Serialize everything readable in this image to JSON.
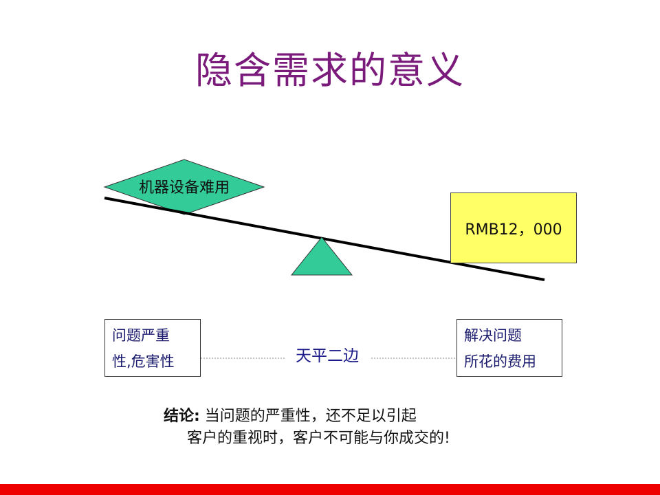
{
  "slide": {
    "title": "隐含需求的意义",
    "diamond_text": "机器设备难用",
    "price_text": "RMB12，000",
    "left_box": {
      "line1": "问题严重",
      "line2": "性,危害性"
    },
    "right_box": {
      "line1": "解决问题",
      "line2": "所花的费用"
    },
    "balance_text": "天平二边",
    "conclusion": {
      "lead": "结论:",
      "line1_rest": " 当问题的严重性，还不足以引起",
      "line2": "客户的重视时，客户不可能与你成交的!"
    }
  },
  "colors": {
    "title": "#7a1a7a",
    "diamond_fill": "#33cc99",
    "fulcrum_fill": "#33cc99",
    "price_box": "#ffff66",
    "box_text": "#1a1a6e",
    "bottom_bar": "#ee0000"
  }
}
